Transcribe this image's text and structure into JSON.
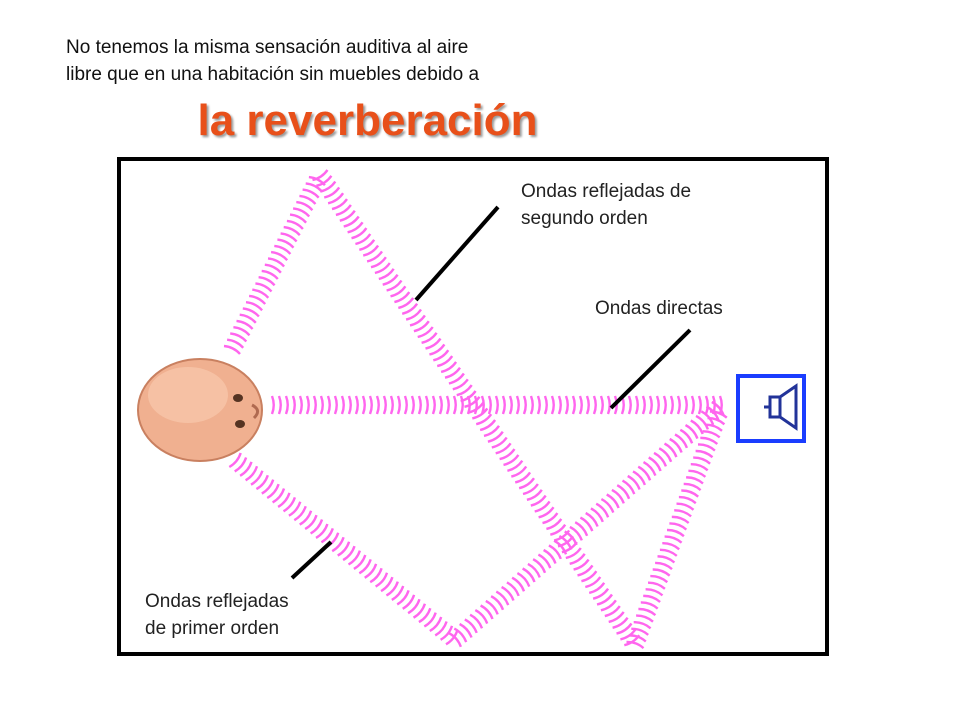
{
  "intro": {
    "line1": "No tenemos la misma sensación auditiva al aire",
    "line2": "libre que en una habitación sin muebles debido a"
  },
  "title": "la reverberación",
  "labels": {
    "second_order_line1": "Ondas reflejadas de",
    "second_order_line2": "segundo orden",
    "direct": "Ondas directas",
    "first_order_line1": "Ondas reflejadas",
    "first_order_line2": "de primer orden"
  },
  "colors": {
    "wave": "#ff66ee",
    "title": "#e8501a",
    "speaker_border": "#1a3dff",
    "room_border": "#000000"
  },
  "icons": {
    "listener": "listener-head-icon",
    "source": "speaker-icon"
  }
}
